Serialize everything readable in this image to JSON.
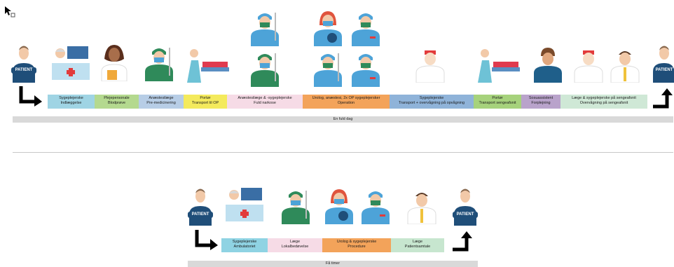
{
  "top_process": {
    "patient_start_label": "PATIENT",
    "patient_end_label": "PATIENT",
    "steps": [
      {
        "line1": "Sygeplejerske",
        "line2": "Indlæggelse",
        "color": "#9fd4e4"
      },
      {
        "line1": "Plejepersonale",
        "line2": "Blodprøve",
        "color": "#b4d98f"
      },
      {
        "line1": "Anæstesilæge",
        "line2": "Pre-medicinering",
        "color": "#b7cde6"
      },
      {
        "line1": "Portør",
        "line2": "Transport til OP",
        "color": "#f4ea5c"
      },
      {
        "line1": "Anæstesilæge & -sygeplejerske",
        "line2": "Fuld narkose",
        "color": "#f6dbe6"
      },
      {
        "line1": "Urolog, anæstesi, 2x OP sygeplejersker",
        "line2": "Operation",
        "color": "#f3a35a"
      },
      {
        "line1": "Sygeplejerske",
        "line2": "Transport + overvågning på opvågning",
        "color": "#8fb3d9"
      },
      {
        "line1": "Portør",
        "line2": "Transport sengeafsnit",
        "color": "#a6d27c"
      },
      {
        "line1": "Sosuassistent",
        "line2": "Forplejning",
        "color": "#b9a3cb"
      },
      {
        "line1": "Læge & sygeplejerske på sengeafsnit",
        "line2": "Overvågning på sengeafsnit",
        "color": "#cfe8d6"
      }
    ],
    "duration_label": "En fuld dag"
  },
  "bottom_process": {
    "patient_start_label": "PATIENT",
    "patient_end_label": "PATIENT",
    "steps": [
      {
        "line1": "Sygeplejerske",
        "line2": "Ambulatoriet",
        "color": "#8fd3e3"
      },
      {
        "line1": "Læge",
        "line2": "Lokalbedøvelse",
        "color": "#f6dbe6"
      },
      {
        "line1": "Urolog & sygeplejerske",
        "line2": "Procedure",
        "color": "#f3a35a"
      },
      {
        "line1": "Læge",
        "line2": "Patientsamtale",
        "color": "#c7e6cf"
      }
    ],
    "duration_label": "Få timer"
  }
}
